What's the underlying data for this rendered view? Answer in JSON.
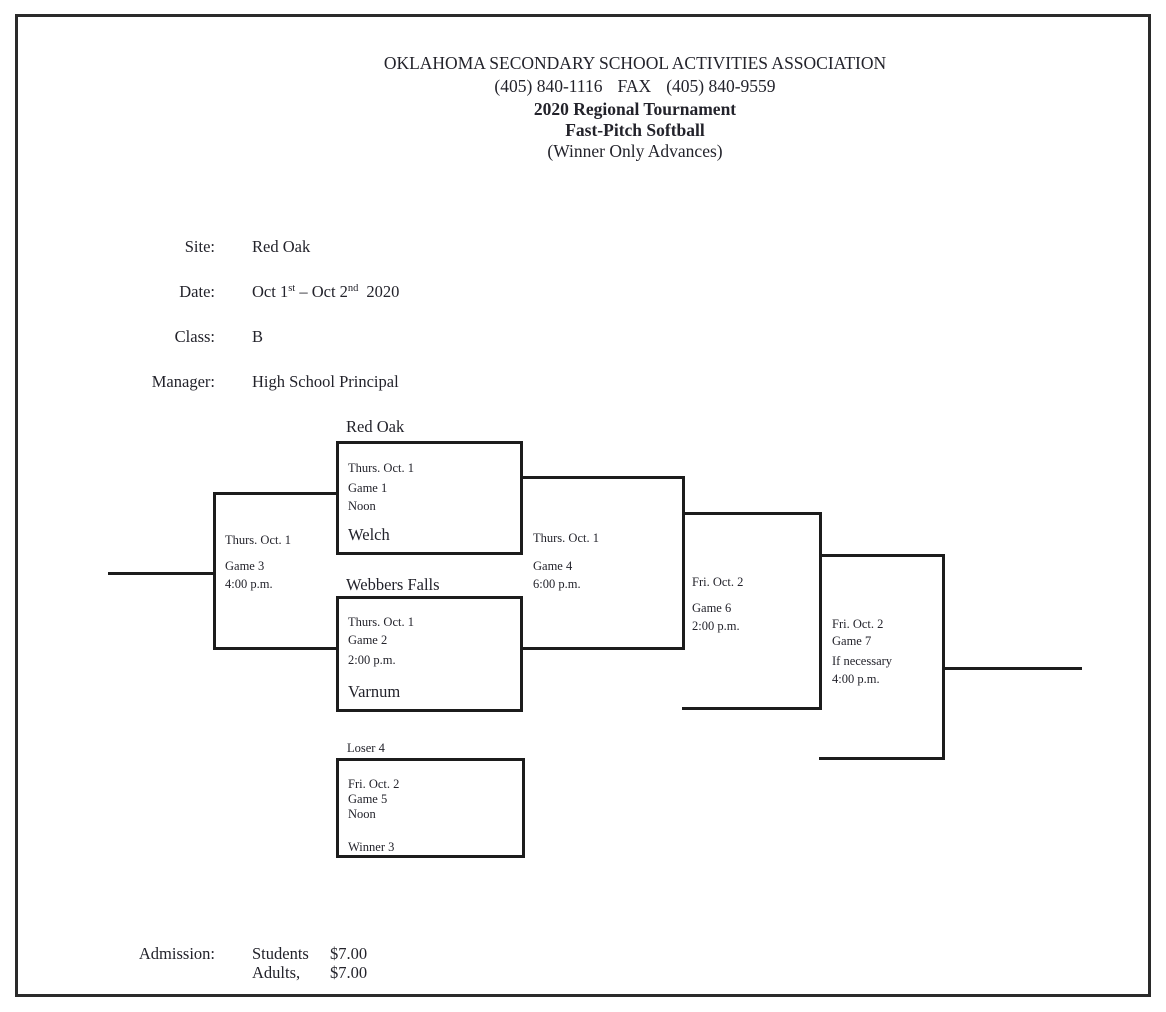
{
  "colors": {
    "page_background": "#ffffff",
    "ink": "#23232b",
    "line": "#1c1c1c",
    "frame_border": "#2a2a2a"
  },
  "header": {
    "organization": "OKLAHOMA SECONDARY SCHOOL ACTIVITIES ASSOCIATION",
    "phone": "(405) 840-1116",
    "fax_label": "FAX",
    "fax": "(405) 840-9559",
    "tournament": "2020 Regional Tournament",
    "sport": "Fast-Pitch Softball",
    "note": "(Winner Only Advances)"
  },
  "info": {
    "site_label": "Site:",
    "site": "Red Oak",
    "date_label": "Date:",
    "date": {
      "p1": "Oct 1",
      "s1": "st",
      "p2": " – Oct 2",
      "s2": "nd",
      "p3": "2020"
    },
    "class_label": "Class:",
    "class": "B",
    "manager_label": "Manager:",
    "manager": "High School Principal"
  },
  "bracket": {
    "game1": {
      "team_top": "Red Oak",
      "date": "Thurs. Oct. 1",
      "game": "Game 1",
      "time": "Noon",
      "team_bottom": "Welch"
    },
    "game2": {
      "team_top": "Webbers Falls",
      "date": "Thurs. Oct. 1",
      "game": "Game 2",
      "time": "2:00 p.m.",
      "team_bottom": "Varnum"
    },
    "game3": {
      "date": "Thurs. Oct. 1",
      "game": "Game 3",
      "time": "4:00 p.m."
    },
    "game4": {
      "date": "Thurs. Oct. 1",
      "game": "Game 4",
      "time": "6:00 p.m."
    },
    "game5": {
      "team_top": "Loser 4",
      "date": "Fri. Oct. 2",
      "game": "Game 5",
      "time": "Noon",
      "team_bottom": "Winner 3"
    },
    "game6": {
      "date": "Fri. Oct. 2",
      "game": "Game 6",
      "time": "2:00 p.m."
    },
    "game7": {
      "date": "Fri. Oct. 2",
      "game": "Game 7",
      "note": "If necessary",
      "time": "4:00 p.m."
    }
  },
  "admission": {
    "label": "Admission:",
    "rows": [
      {
        "name": "Students",
        "price": "$7.00"
      },
      {
        "name": "Adults,",
        "price": "$7.00"
      }
    ]
  }
}
